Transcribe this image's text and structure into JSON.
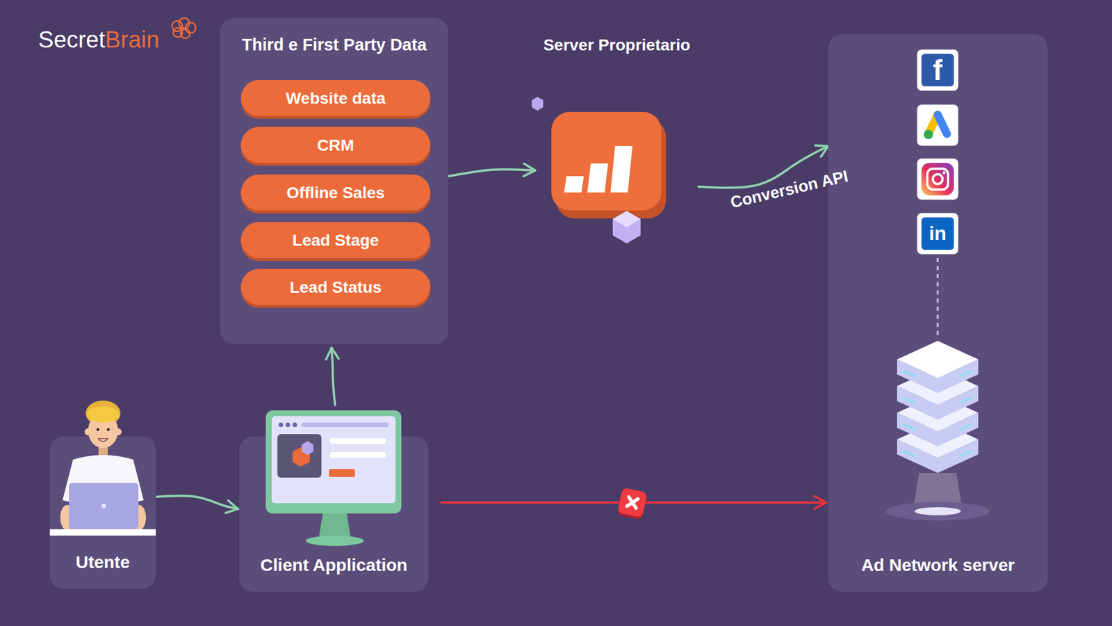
{
  "diagram": {
    "nodes": [
      {
        "text": [
          "Third e First Party Data"
        ]
      },
      {
        "text": [
          "Website data"
        ],
        "in": 0
      },
      {
        "text": [
          "CRM"
        ],
        "in": 0
      },
      {
        "text": [
          "Offline Sales"
        ],
        "in": 0
      },
      {
        "text": [
          "Lead Stage"
        ],
        "in": 0
      },
      {
        "text": [
          "Lead Status"
        ],
        "in": 0
      },
      {
        "text": [
          "Server Proprietario"
        ]
      },
      {
        "text": [
          "Utente"
        ]
      },
      {
        "text": [
          "Client Application"
        ]
      },
      {
        "text": [
          "Ad Network server"
        ]
      }
    ],
    "edges": [
      {
        "from": 7,
        "to": 8,
        "arrow": "to"
      },
      {
        "from": 8,
        "to": 0,
        "arrow": "to"
      },
      {
        "from": 0,
        "to": 6,
        "arrow": "to"
      },
      {
        "from": 6,
        "to": 9,
        "label": "Conversion API",
        "arrow": "to"
      },
      {
        "from": 8,
        "to": 9,
        "arrow": "to"
      }
    ],
    "labels": [
      "Secret",
      "Brain",
      "f",
      "in"
    ]
  }
}
